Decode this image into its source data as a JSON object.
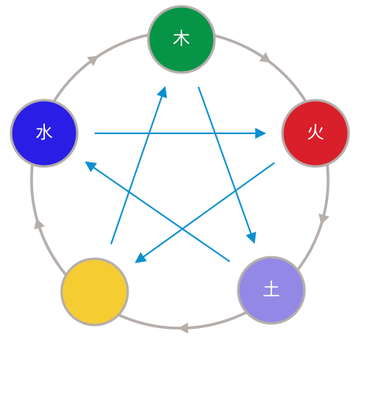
{
  "diagram": {
    "colors": {
      "cycle_ring": "#b5aeab",
      "star_arrows": "#0a8fd0",
      "node_border": "#b5aeab",
      "label_text": "#ffffff"
    },
    "nodes": [
      {
        "id": "wood",
        "label": "木",
        "color": "#069447"
      },
      {
        "id": "fire",
        "label": "火",
        "color": "#d91f2a"
      },
      {
        "id": "earth",
        "label": "土",
        "color": "#9488e6"
      },
      {
        "id": "metal",
        "label": "",
        "color": "#f6cc33"
      },
      {
        "id": "water",
        "label": "水",
        "color": "#2a1ee6"
      }
    ],
    "generating_cycle": [
      [
        "wood",
        "fire"
      ],
      [
        "fire",
        "earth"
      ],
      [
        "earth",
        "metal"
      ],
      [
        "metal",
        "water"
      ],
      [
        "water",
        "wood"
      ]
    ],
    "overcoming_cycle": [
      [
        "wood",
        "earth"
      ],
      [
        "earth",
        "water"
      ],
      [
        "water",
        "fire"
      ],
      [
        "fire",
        "metal"
      ],
      [
        "metal",
        "wood"
      ]
    ]
  }
}
